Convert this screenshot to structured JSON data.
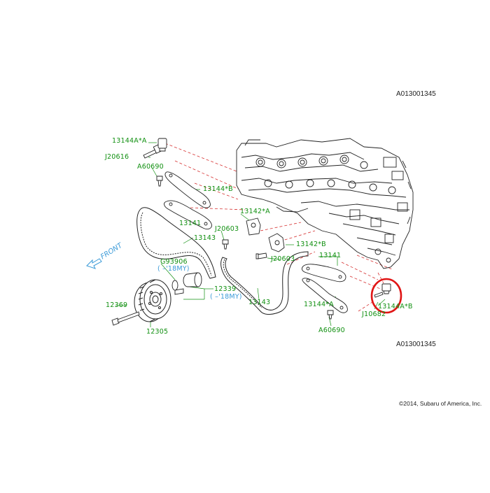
{
  "diagram": {
    "reference_top": "A013001345",
    "reference_bottom": "A013001345",
    "copyright": "©2014, Subaru of America, Inc.",
    "front_label": "FRONT",
    "colors": {
      "part_number": "#119011",
      "note": "#3a9ad8",
      "leader": "#d63030",
      "drawing": "#222222",
      "highlight": "#e01515"
    },
    "callouts": {
      "p13144a_a": "13144A*A",
      "p20616": "J20616",
      "pa60690_top": "A60690",
      "p13144_b": "13144*B",
      "p13141_left": "13141",
      "p13142_a": "13142*A",
      "p20603_left": "J20603",
      "p13143_left": "13143",
      "p13142_b": "13142*B",
      "p20603_right": "J20603",
      "p13141_right": "13141",
      "pg93906": "G93906",
      "note_18my_a": "(  –'18MY)",
      "p12339": "12339",
      "note_18my_b": "(  –'18MY)",
      "p12369": "12369",
      "p12305": "12305",
      "p13143_right": "13143",
      "p13144_a": "13144*A",
      "p13144a_b": "13144A*B",
      "pj10682": "J10682",
      "pa60690_bottom": "A60690"
    }
  }
}
